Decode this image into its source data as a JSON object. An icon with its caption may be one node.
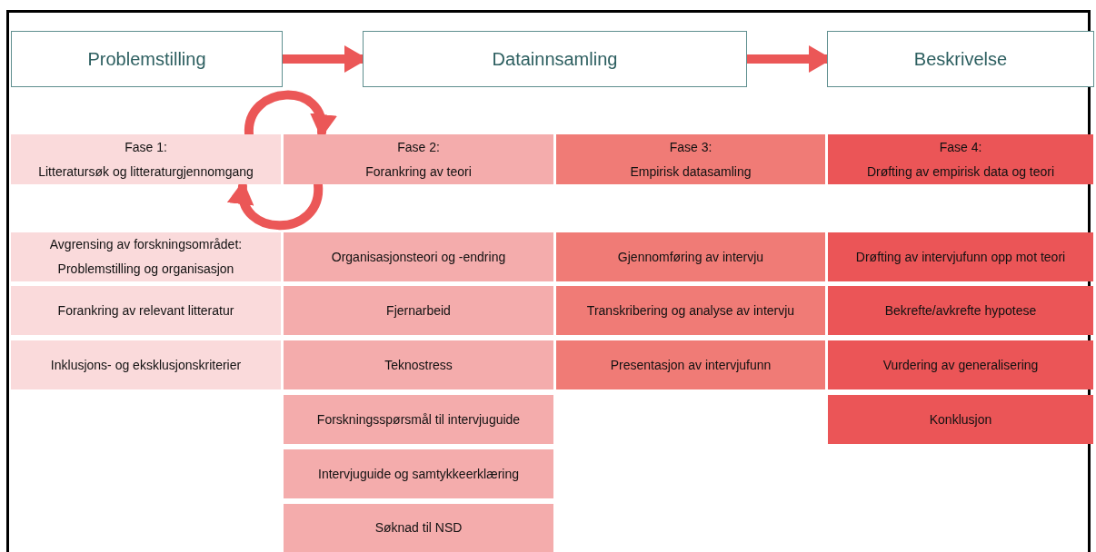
{
  "diagram": {
    "nodes": [
      {
        "text": [
          "Problemstilling"
        ]
      },
      {
        "text": [
          "Datainnsamling"
        ]
      },
      {
        "text": [
          "Beskrivelse"
        ]
      },
      {
        "text": [
          "Fase 1:",
          "Litteratursøk og litteraturgjennomgang"
        ]
      },
      {
        "text": [
          "Fase 2:",
          "Forankring av teori"
        ]
      },
      {
        "text": [
          "Fase 3:",
          "Empirisk datasamling"
        ]
      },
      {
        "text": [
          "Fase 4:",
          "Drøfting av empirisk data og teori"
        ]
      },
      {
        "text": [
          "Avgrensing av forskningsområdet: Problemstilling og organisasjon"
        ]
      },
      {
        "text": [
          "Organisasjonsteori og -endring"
        ]
      },
      {
        "text": [
          "Gjennomføring av intervju"
        ]
      },
      {
        "text": [
          "Drøfting av intervjufunn opp mot teori"
        ]
      },
      {
        "text": [
          "Forankring av relevant litteratur"
        ]
      },
      {
        "text": [
          "Fjernarbeid"
        ]
      },
      {
        "text": [
          "Transkribering og analyse av intervju"
        ]
      },
      {
        "text": [
          "Bekrefte/avkrefte hypotese"
        ]
      },
      {
        "text": [
          "Inklusjons- og eksklusjonskriterier"
        ]
      },
      {
        "text": [
          "Teknostress"
        ]
      },
      {
        "text": [
          "Presentasjon av intervjufunn"
        ]
      },
      {
        "text": [
          "Vurdering av generalisering"
        ]
      },
      {
        "text": [
          "Forskningsspørsmål til intervjuguide"
        ]
      },
      {
        "text": [
          "Konklusjon"
        ]
      },
      {
        "text": [
          "Intervjuguide og samtykkeerklæring"
        ]
      },
      {
        "text": [
          "Søknad til NSD"
        ]
      }
    ],
    "edges": [
      {
        "from": 0,
        "to": 1,
        "arrow": "to"
      },
      {
        "from": 1,
        "to": 2,
        "arrow": "to"
      },
      {
        "from": 3,
        "to": 4,
        "arrow": "to"
      },
      {
        "from": 4,
        "to": 3,
        "arrow": "to"
      }
    ]
  }
}
